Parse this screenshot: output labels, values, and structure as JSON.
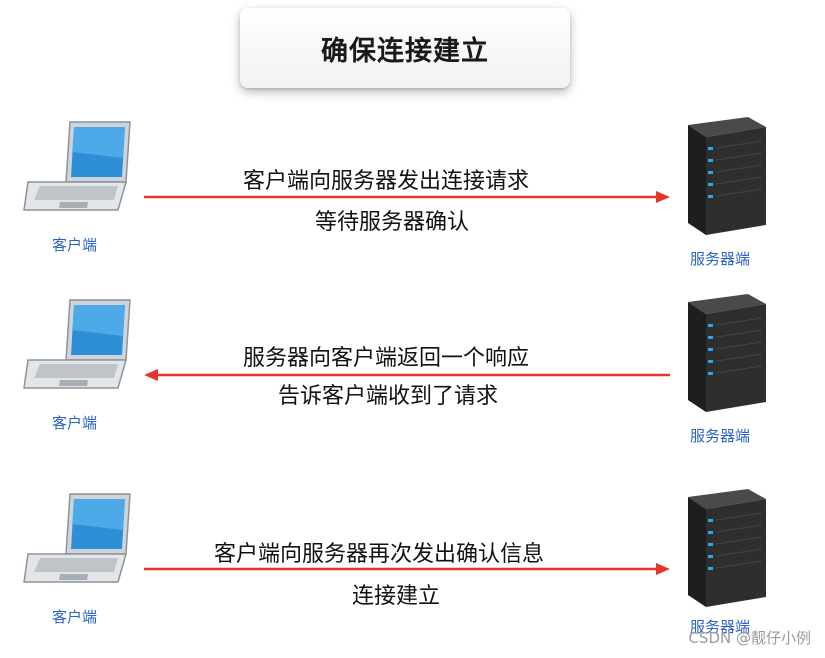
{
  "title": "确保连接建立",
  "colors": {
    "arrow": "#e5352a",
    "label": "#2c62c4",
    "server_light": "#2aa7f0"
  },
  "steps": [
    {
      "client_label": "客户端",
      "server_label": "服务器端",
      "line1": "客户端向服务器发出连接请求",
      "line2": "等待服务器确认",
      "direction": "client-to-server"
    },
    {
      "client_label": "客户端",
      "server_label": "服务器端",
      "line1": "服务器向客户端返回一个响应",
      "line2": "告诉客户端收到了请求",
      "direction": "server-to-client"
    },
    {
      "client_label": "客户端",
      "server_label": "服务器端",
      "line1": "客户端向服务器再次发出确认信息",
      "line2": "连接建立",
      "direction": "client-to-server"
    }
  ],
  "watermark": "CSDN @靓仔小例"
}
